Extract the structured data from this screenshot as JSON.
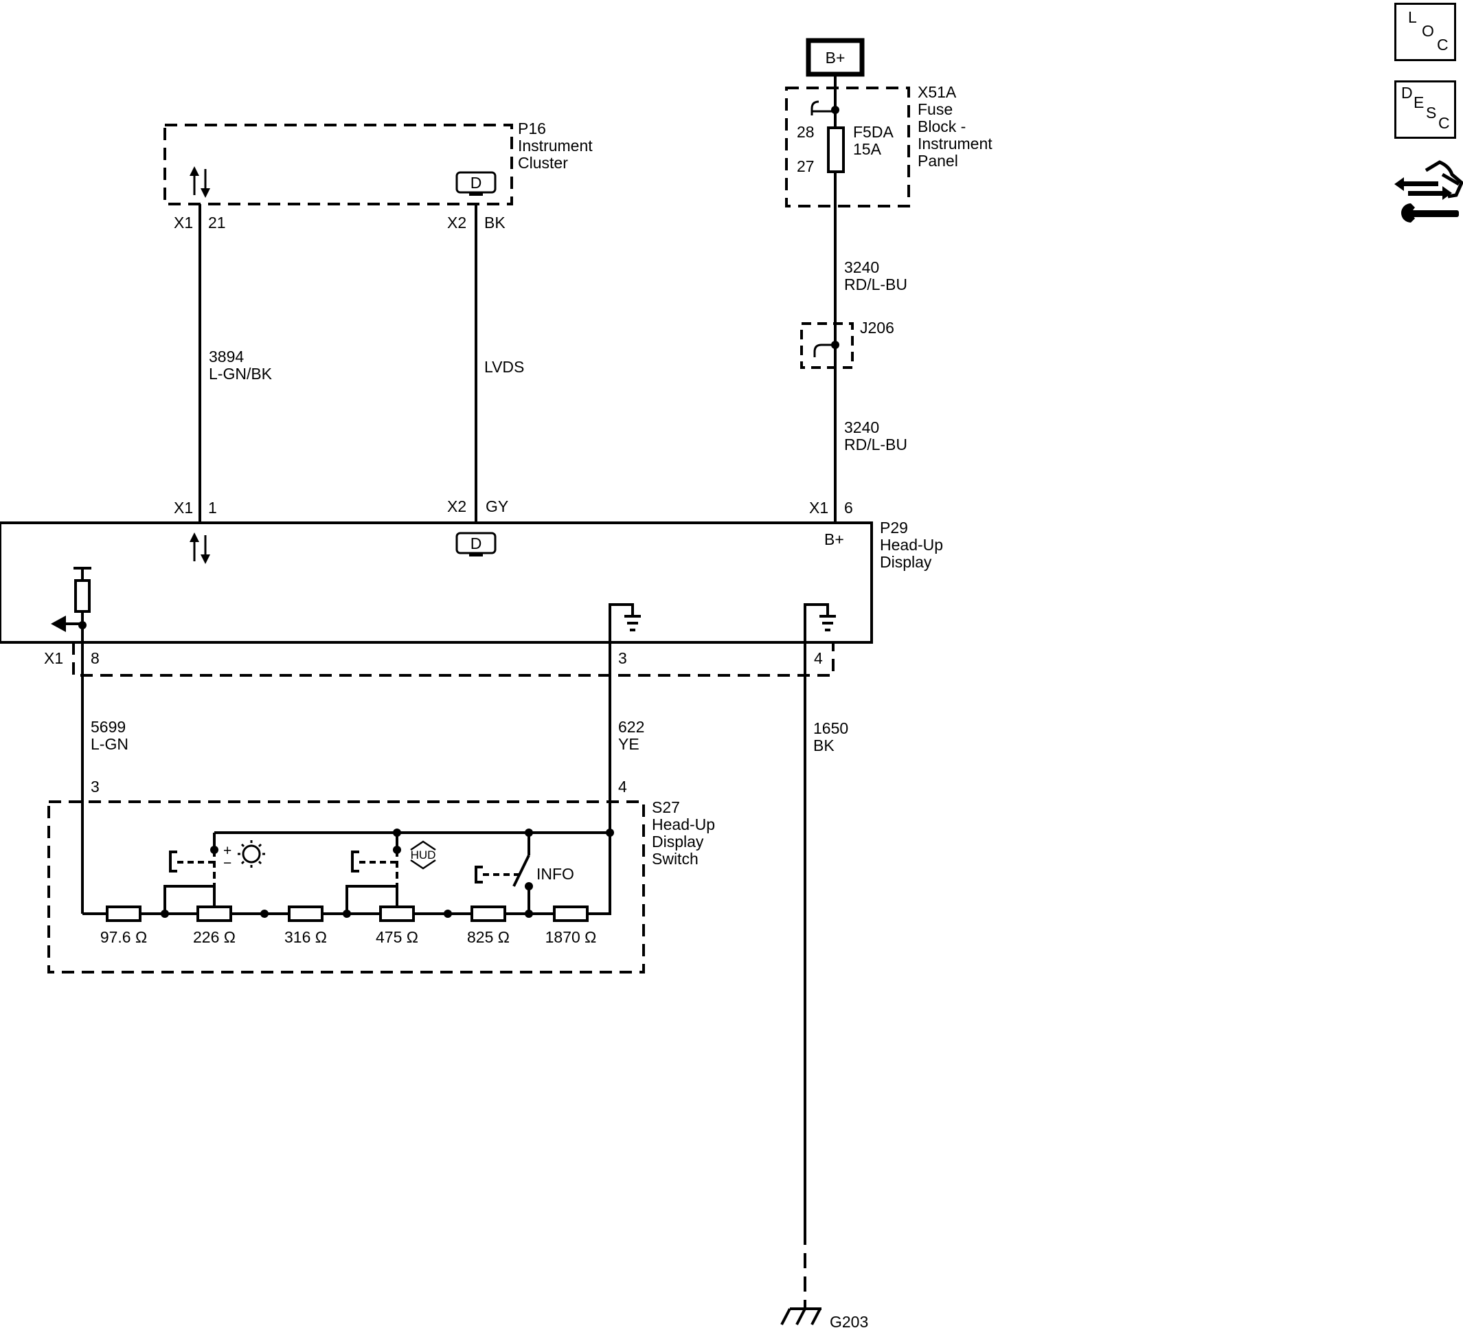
{
  "nav": {
    "loc": [
      "L",
      "O",
      "C"
    ],
    "desc": [
      "D",
      "E",
      "S",
      "C"
    ]
  },
  "icons": {
    "nav_tool": "hand-wrench-icon",
    "data_comm": "bidirectional-arrows-icon",
    "display": "display-d-icon",
    "ground": "ground-icon"
  },
  "power": {
    "label": "B+"
  },
  "fuse_block": {
    "id": "X51A",
    "name": [
      "Fuse",
      "Block -",
      "Instrument",
      "Panel"
    ],
    "pin_in": "28",
    "pin_out": "27",
    "fuse_id": "F5DA",
    "fuse_rating": "15A"
  },
  "cluster": {
    "id": "P16",
    "name": [
      "Instrument",
      "Cluster"
    ],
    "display_letter": "D",
    "conn_data": {
      "connector": "X1",
      "pin": "21"
    },
    "conn_video": {
      "connector": "X2",
      "pin": "BK"
    }
  },
  "wires": {
    "data": {
      "circuit": "3894",
      "color": "L-GN/BK"
    },
    "video": {
      "label": "LVDS"
    },
    "power_upper": {
      "circuit": "3240",
      "color": "RD/L-BU"
    },
    "power_lower": {
      "circuit": "3240",
      "color": "RD/L-BU"
    },
    "switch_signal": {
      "circuit": "5699",
      "color": "L-GN"
    },
    "switch_low_ref": {
      "circuit": "622",
      "color": "YE"
    },
    "ground": {
      "circuit": "1650",
      "color": "BK"
    }
  },
  "splice": {
    "id": "J206"
  },
  "hud": {
    "id": "P29",
    "name": [
      "Head-Up",
      "Display"
    ],
    "power_label": "B+",
    "display_letter": "D",
    "conn_data": {
      "connector": "X1",
      "pin": "1"
    },
    "conn_video": {
      "connector": "X2",
      "pin": "GY"
    },
    "conn_power": {
      "connector": "X1",
      "pin": "6"
    },
    "lower_connector": "X1",
    "pin_signal": "8",
    "pin_low_ref": "3",
    "pin_ground": "4"
  },
  "switch": {
    "id": "S27",
    "name": [
      "Head-Up",
      "Display",
      "Switch"
    ],
    "pin_signal": "3",
    "pin_low_ref": "4",
    "brightness_plus": "+",
    "brightness_minus": "−",
    "hud_label": "HUD",
    "info_label": "INFO",
    "resistors": [
      "97.6",
      "226",
      "316",
      "475",
      "825",
      "1870"
    ],
    "ohm": "Ω"
  },
  "ground_point": {
    "id": "G203"
  }
}
